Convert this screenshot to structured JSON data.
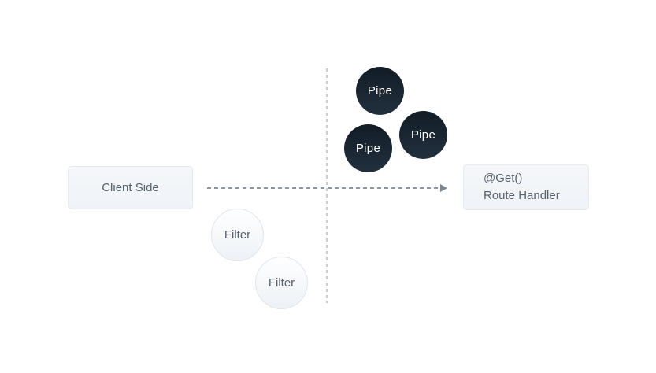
{
  "diagram": {
    "client_box": {
      "label": "Client Side"
    },
    "route_handler_box": {
      "line1": "@Get()",
      "line2": "Route Handler"
    },
    "pipes": [
      {
        "label": "Pipe"
      },
      {
        "label": "Pipe"
      },
      {
        "label": "Pipe"
      }
    ],
    "filters": [
      {
        "label": "Filter"
      },
      {
        "label": "Filter"
      }
    ],
    "colors": {
      "background": "#ffffff",
      "box_background": "#f2f5f8",
      "box_border": "#e5eaf0",
      "box_text": "#57616c",
      "pipe_gradient_top": "#111c26",
      "pipe_gradient_bottom": "#22303e",
      "pipe_text": "#ffffff",
      "filter_gradient_top": "#ffffff",
      "filter_gradient_bottom": "#edf1f6",
      "filter_border": "#e0e6ed",
      "filter_text": "#57616c",
      "vertical_divider": "#c9ced5",
      "arrow_line": "#8d969f",
      "arrow_head": "#7e8790"
    }
  }
}
